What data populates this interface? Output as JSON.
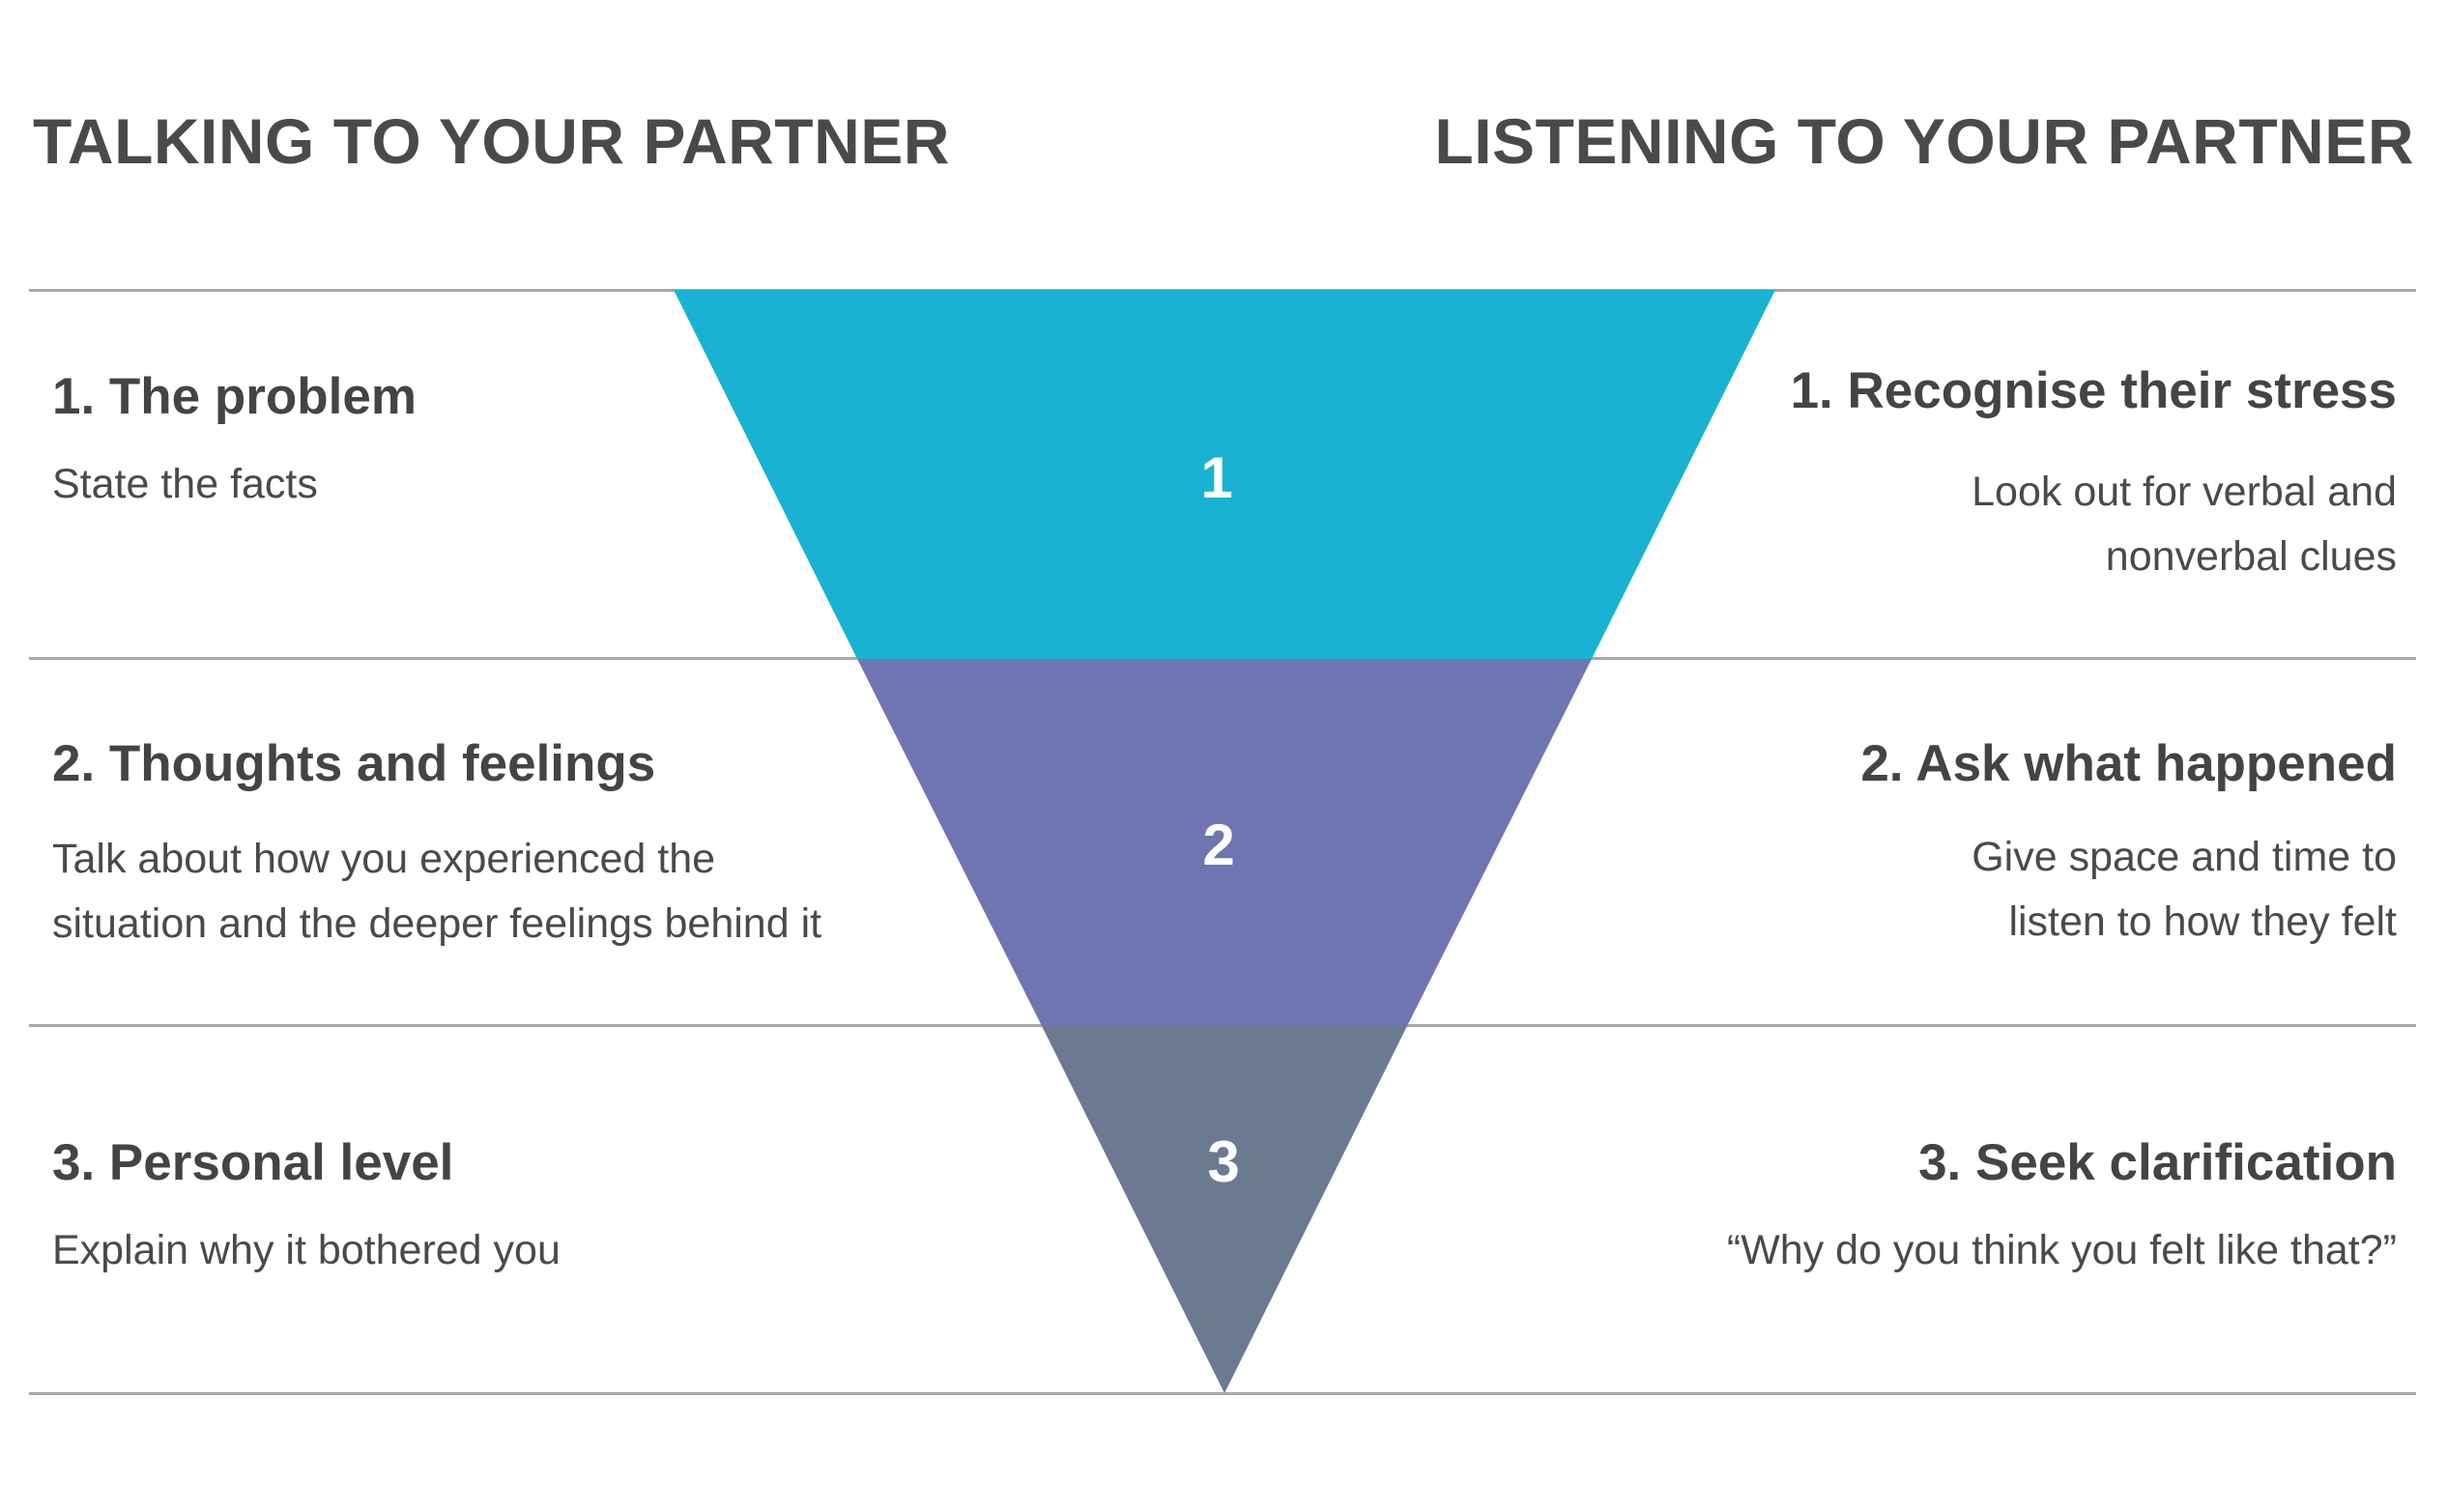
{
  "headers": {
    "left": "TALKING TO YOUR PARTNER",
    "right": "LISTENING TO YOUR PARTNER"
  },
  "funnel": {
    "levels": [
      {
        "number": "1",
        "color": "#1ab2d2"
      },
      {
        "number": "2",
        "color": "#6e75b0"
      },
      {
        "number": "3",
        "color": "#6b7a90"
      }
    ]
  },
  "talking": [
    {
      "title": "1. The problem",
      "desc_lines": [
        "State the facts"
      ]
    },
    {
      "title": "2. Thoughts and feelings",
      "desc_lines": [
        "Talk about how you experienced the",
        "situation and the deeper feelings behind it"
      ]
    },
    {
      "title": "3. Personal level",
      "desc_lines": [
        "Explain why it bothered you"
      ]
    }
  ],
  "listening": [
    {
      "title": "1. Recognise their stress",
      "desc_lines": [
        "Look out for verbal and",
        "nonverbal clues"
      ]
    },
    {
      "title": "2. Ask what happened",
      "desc_lines": [
        "Give space and time to",
        "listen to how they felt"
      ]
    },
    {
      "title": "3. Seek clarification",
      "desc_lines": [
        "“Why do you think you felt like that?”"
      ]
    }
  ]
}
